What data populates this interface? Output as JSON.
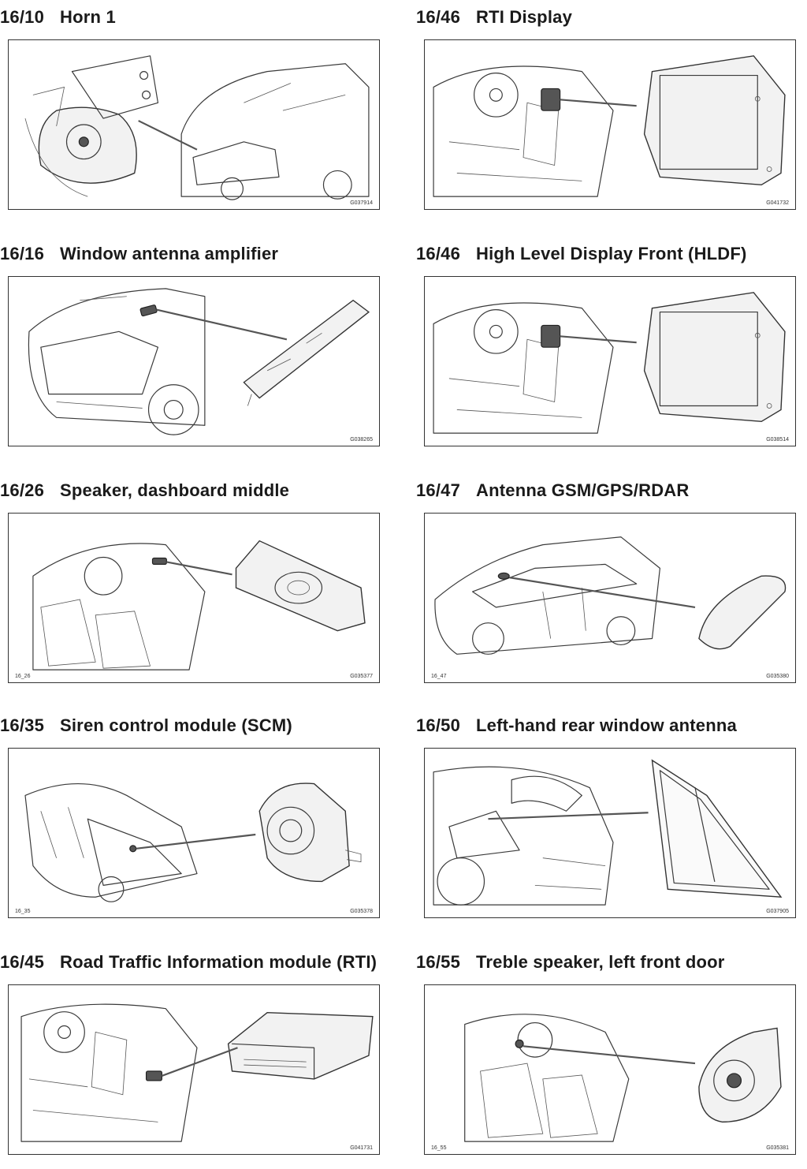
{
  "sections": [
    {
      "code": "16/10",
      "title": "Horn 1",
      "fig_id": "G037914",
      "fig_ref": ""
    },
    {
      "code": "16/46",
      "title": "RTI Display",
      "fig_id": "G041732",
      "fig_ref": ""
    },
    {
      "code": "16/16",
      "title": "Window antenna amplifier",
      "fig_id": "G038265",
      "fig_ref": ""
    },
    {
      "code": "16/46",
      "title": "High Level Display Front (HLDF)",
      "fig_id": "G038514",
      "fig_ref": ""
    },
    {
      "code": "16/26",
      "title": "Speaker, dashboard middle",
      "fig_id": "G035377",
      "fig_ref": "16_26"
    },
    {
      "code": "16/47",
      "title": "Antenna GSM/GPS/RDAR",
      "fig_id": "G035380",
      "fig_ref": "16_47"
    },
    {
      "code": "16/35",
      "title": "Siren control module (SCM)",
      "fig_id": "G035378",
      "fig_ref": "16_35"
    },
    {
      "code": "16/50",
      "title": "Left-hand rear window antenna",
      "fig_id": "G037905",
      "fig_ref": ""
    },
    {
      "code": "16/45",
      "title": "Road Traffic Information module (RTI)",
      "fig_id": "G041731",
      "fig_ref": ""
    },
    {
      "code": "16/55",
      "title": "Treble speaker, left front door",
      "fig_id": "G035381",
      "fig_ref": "16_55"
    }
  ]
}
